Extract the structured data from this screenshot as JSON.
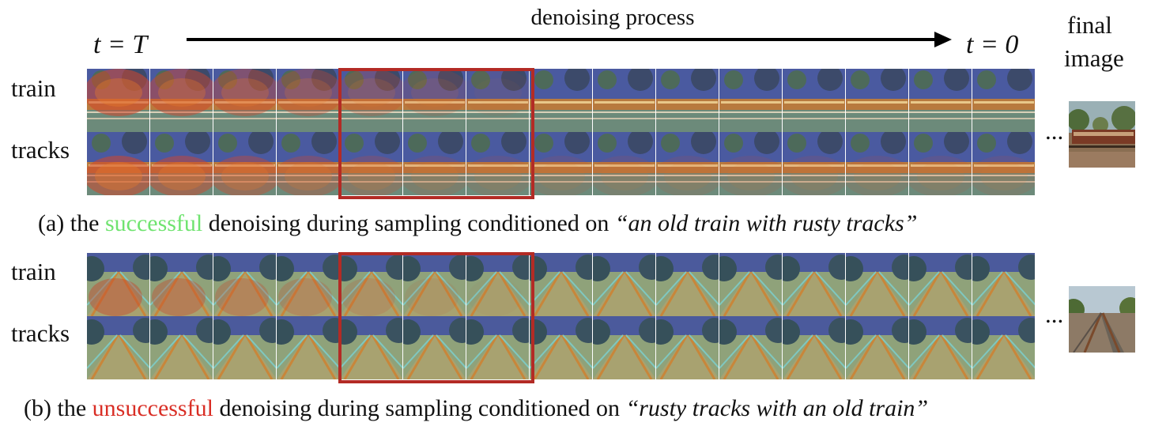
{
  "header": {
    "t_start": "t = T",
    "process_label": "denoising process",
    "t_end": "t = 0",
    "final_line1": "final",
    "final_line2": "image"
  },
  "panel_a": {
    "row_labels": [
      "train",
      "tracks"
    ],
    "ellipsis": "...",
    "caption": {
      "prefix": "(a) the ",
      "highlight": "successful",
      "highlight_color": "#6fe36f",
      "middle": " denoising during sampling conditioned on ",
      "prompt": "“an old train with rusty tracks”"
    }
  },
  "panel_b": {
    "row_labels": [
      "train",
      "tracks"
    ],
    "ellipsis": "...",
    "caption": {
      "prefix": "(b) the ",
      "highlight": "unsuccessful",
      "highlight_color": "#d92e25",
      "middle": " denoising during sampling conditioned on ",
      "prompt": "“rusty tracks with an old train”"
    }
  },
  "colors": {
    "highlight_box": "#b32b25"
  }
}
